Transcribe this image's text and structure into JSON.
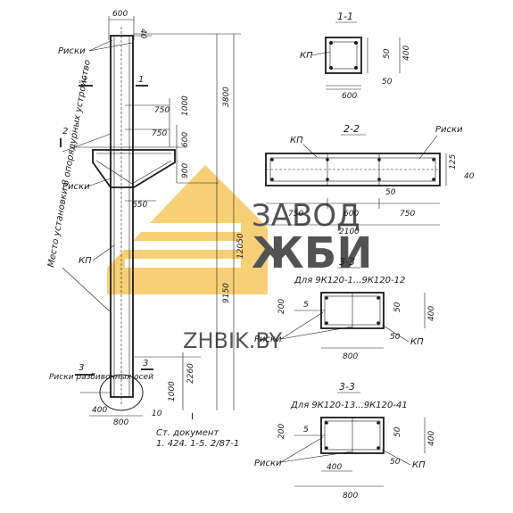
{
  "drawing": {
    "top_dim_width": "600",
    "top_dim_40": "40",
    "label_riski_top": "Риски",
    "section_1_left": "1",
    "section_1_right": "1",
    "dim_750_upper": "750",
    "dim_750_lower": "750",
    "dim_900": "900",
    "dim_600": "600",
    "dim_1000": "1000",
    "dim_2": "2",
    "label_riski_mid": "Риски",
    "dim_650": "650",
    "dim_3800": "3800",
    "dim_12050": "12050",
    "dim_9150": "9150",
    "vertical_note": "Место установки 8 опорядурных устройство",
    "label_kp_column": "КП",
    "section_3_left": "3",
    "section_3_right": "3",
    "label_riski_bottom": "Риски разбивочных осей",
    "dim_2260": "2260",
    "dim_1000_base": "1000",
    "dim_400": "400",
    "dim_800": "800",
    "dim_10": "10",
    "roman_I": "I",
    "doc_ref_line1": "Ст. документ",
    "doc_ref_line2": "1. 424. 1-5. 2/87-1"
  },
  "section_1_1": {
    "title": "1-1",
    "label_kp": "КП",
    "dim_400": "400",
    "dim_50_top": "50",
    "dim_50_bottom": "50",
    "dim_600": "600"
  },
  "section_2_2": {
    "title": "2-2",
    "label_kp": "КП",
    "label_riski": "Риски",
    "dim_750_left": "750",
    "dim_600": "600",
    "dim_750_right": "750",
    "dim_2100": "2100",
    "dim_125": "125",
    "dim_40": "40",
    "dim_50": "50"
  },
  "section_3_3_a": {
    "title": "3-3",
    "subtitle": "Для 9К120-1...9К120-12",
    "label_riski": "Риски",
    "label_kp": "КП",
    "dim_200": "200",
    "dim_5": "5",
    "dim_50": "50",
    "dim_400": "400",
    "dim_50b": "50",
    "dim_800": "800"
  },
  "section_3_3_b": {
    "title": "3-3",
    "subtitle": "Для 9К120-13...9К120-41",
    "label_riski": "Риски",
    "label_kp": "КП",
    "dim_200": "200",
    "dim_5": "5",
    "dim_50": "50",
    "dim_400": "400",
    "dim_400_bottom": "400",
    "dim_50b": "50",
    "dim_800": "800"
  },
  "watermark": {
    "line1": "ЗАВОД",
    "line2": "ЖБИ",
    "line3": "ZHBIK.BY",
    "color": "#f5c04a"
  }
}
